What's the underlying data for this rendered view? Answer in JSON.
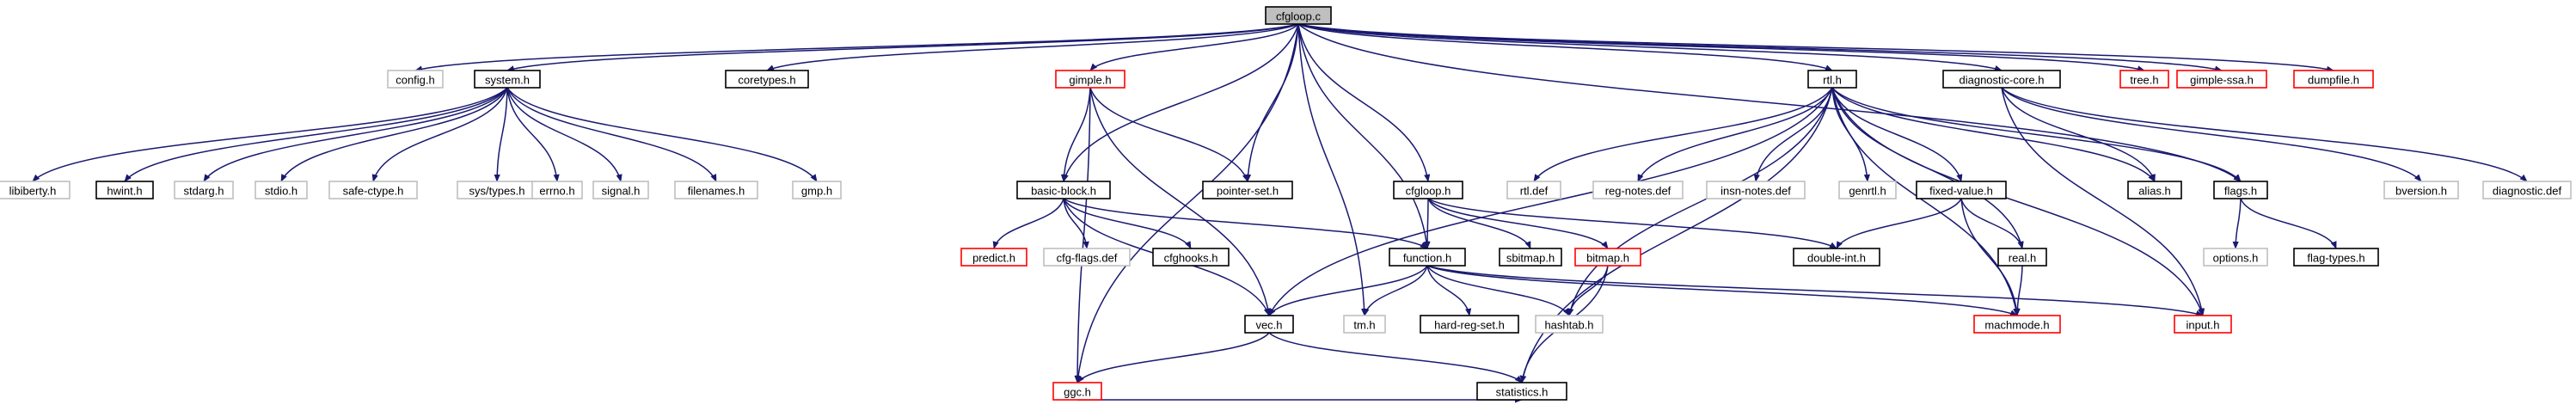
{
  "colors": {
    "edge": "#191970",
    "normal": "#000000",
    "missing": "#bfbfbf",
    "incomplete": "#ff0000",
    "root_fill": "#bfbfbf",
    "label": "#000000"
  },
  "nodes": [
    {
      "id": "cfgloop_c",
      "label": "cfgloop.c",
      "kind": "root"
    },
    {
      "id": "config_h",
      "label": "config.h",
      "kind": "missing"
    },
    {
      "id": "system_h",
      "label": "system.h",
      "kind": "normal"
    },
    {
      "id": "coretypes_h",
      "label": "coretypes.h",
      "kind": "normal"
    },
    {
      "id": "gimple_h",
      "label": "gimple.h",
      "kind": "incomplete"
    },
    {
      "id": "rtl_h",
      "label": "rtl.h",
      "kind": "normal"
    },
    {
      "id": "diagnostic_core_h",
      "label": "diagnostic-core.h",
      "kind": "normal"
    },
    {
      "id": "tree_h",
      "label": "tree.h",
      "kind": "incomplete"
    },
    {
      "id": "gimple_ssa_h",
      "label": "gimple-ssa.h",
      "kind": "incomplete"
    },
    {
      "id": "dumpfile_h",
      "label": "dumpfile.h",
      "kind": "incomplete"
    },
    {
      "id": "libiberty_h",
      "label": "libiberty.h",
      "kind": "missing"
    },
    {
      "id": "hwint_h",
      "label": "hwint.h",
      "kind": "normal"
    },
    {
      "id": "stdarg_h",
      "label": "stdarg.h",
      "kind": "missing"
    },
    {
      "id": "stdio_h",
      "label": "stdio.h",
      "kind": "missing"
    },
    {
      "id": "safe_ctype_h",
      "label": "safe-ctype.h",
      "kind": "missing"
    },
    {
      "id": "sys_types_h",
      "label": "sys/types.h",
      "kind": "missing"
    },
    {
      "id": "errno_h",
      "label": "errno.h",
      "kind": "missing"
    },
    {
      "id": "signal_h",
      "label": "signal.h",
      "kind": "missing"
    },
    {
      "id": "filenames_h",
      "label": "filenames.h",
      "kind": "missing"
    },
    {
      "id": "gmp_h",
      "label": "gmp.h",
      "kind": "missing"
    },
    {
      "id": "basic_block_h",
      "label": "basic-block.h",
      "kind": "normal"
    },
    {
      "id": "pointer_set_h",
      "label": "pointer-set.h",
      "kind": "normal"
    },
    {
      "id": "cfgloop_h",
      "label": "cfgloop.h",
      "kind": "normal"
    },
    {
      "id": "rtl_def",
      "label": "rtl.def",
      "kind": "missing"
    },
    {
      "id": "reg_notes_def",
      "label": "reg-notes.def",
      "kind": "missing"
    },
    {
      "id": "insn_notes_def",
      "label": "insn-notes.def",
      "kind": "missing"
    },
    {
      "id": "genrtl_h",
      "label": "genrtl.h",
      "kind": "missing"
    },
    {
      "id": "fixed_value_h",
      "label": "fixed-value.h",
      "kind": "normal"
    },
    {
      "id": "alias_h",
      "label": "alias.h",
      "kind": "normal"
    },
    {
      "id": "flags_h",
      "label": "flags.h",
      "kind": "normal"
    },
    {
      "id": "bversion_h",
      "label": "bversion.h",
      "kind": "missing"
    },
    {
      "id": "diagnostic_def",
      "label": "diagnostic.def",
      "kind": "missing"
    },
    {
      "id": "predict_h",
      "label": "predict.h",
      "kind": "incomplete"
    },
    {
      "id": "cfg_flags_def",
      "label": "cfg-flags.def",
      "kind": "missing"
    },
    {
      "id": "cfghooks_h",
      "label": "cfghooks.h",
      "kind": "normal"
    },
    {
      "id": "function_h",
      "label": "function.h",
      "kind": "normal"
    },
    {
      "id": "sbitmap_h",
      "label": "sbitmap.h",
      "kind": "normal"
    },
    {
      "id": "bitmap_h",
      "label": "bitmap.h",
      "kind": "incomplete"
    },
    {
      "id": "double_int_h",
      "label": "double-int.h",
      "kind": "normal"
    },
    {
      "id": "real_h",
      "label": "real.h",
      "kind": "normal"
    },
    {
      "id": "options_h",
      "label": "options.h",
      "kind": "missing"
    },
    {
      "id": "flag_types_h",
      "label": "flag-types.h",
      "kind": "normal"
    },
    {
      "id": "vec_h",
      "label": "vec.h",
      "kind": "normal"
    },
    {
      "id": "tm_h",
      "label": "tm.h",
      "kind": "missing"
    },
    {
      "id": "hard_reg_set_h",
      "label": "hard-reg-set.h",
      "kind": "normal"
    },
    {
      "id": "hashtab_h",
      "label": "hashtab.h",
      "kind": "missing"
    },
    {
      "id": "machmode_h",
      "label": "machmode.h",
      "kind": "incomplete"
    },
    {
      "id": "input_h",
      "label": "input.h",
      "kind": "incomplete"
    },
    {
      "id": "ggc_h",
      "label": "ggc.h",
      "kind": "incomplete"
    },
    {
      "id": "statistics_h",
      "label": "statistics.h",
      "kind": "normal"
    }
  ],
  "edges": [
    [
      "cfgloop_c",
      "config_h"
    ],
    [
      "cfgloop_c",
      "system_h"
    ],
    [
      "cfgloop_c",
      "coretypes_h"
    ],
    [
      "cfgloop_c",
      "gimple_h"
    ],
    [
      "cfgloop_c",
      "rtl_h"
    ],
    [
      "cfgloop_c",
      "diagnostic_core_h"
    ],
    [
      "cfgloop_c",
      "tree_h"
    ],
    [
      "cfgloop_c",
      "gimple_ssa_h"
    ],
    [
      "cfgloop_c",
      "dumpfile_h"
    ],
    [
      "cfgloop_c",
      "basic_block_h"
    ],
    [
      "cfgloop_c",
      "pointer_set_h"
    ],
    [
      "cfgloop_c",
      "cfgloop_h"
    ],
    [
      "cfgloop_c",
      "function_h"
    ],
    [
      "cfgloop_c",
      "tm_h"
    ],
    [
      "cfgloop_c",
      "ggc_h"
    ],
    [
      "cfgloop_c",
      "flags_h"
    ],
    [
      "system_h",
      "libiberty_h"
    ],
    [
      "system_h",
      "hwint_h"
    ],
    [
      "system_h",
      "stdarg_h"
    ],
    [
      "system_h",
      "stdio_h"
    ],
    [
      "system_h",
      "safe_ctype_h"
    ],
    [
      "system_h",
      "sys_types_h"
    ],
    [
      "system_h",
      "errno_h"
    ],
    [
      "system_h",
      "signal_h"
    ],
    [
      "system_h",
      "filenames_h"
    ],
    [
      "system_h",
      "gmp_h"
    ],
    [
      "gimple_h",
      "basic_block_h"
    ],
    [
      "gimple_h",
      "pointer_set_h"
    ],
    [
      "gimple_h",
      "vec_h"
    ],
    [
      "gimple_h",
      "ggc_h"
    ],
    [
      "basic_block_h",
      "predict_h"
    ],
    [
      "basic_block_h",
      "cfg_flags_def"
    ],
    [
      "basic_block_h",
      "cfghooks_h"
    ],
    [
      "basic_block_h",
      "function_h"
    ],
    [
      "basic_block_h",
      "vec_h"
    ],
    [
      "cfgloop_h",
      "function_h"
    ],
    [
      "cfgloop_h",
      "sbitmap_h"
    ],
    [
      "cfgloop_h",
      "bitmap_h"
    ],
    [
      "cfgloop_h",
      "double_int_h"
    ],
    [
      "rtl_h",
      "rtl_def"
    ],
    [
      "rtl_h",
      "reg_notes_def"
    ],
    [
      "rtl_h",
      "insn_notes_def"
    ],
    [
      "rtl_h",
      "genrtl_h"
    ],
    [
      "rtl_h",
      "fixed_value_h"
    ],
    [
      "rtl_h",
      "alias_h"
    ],
    [
      "rtl_h",
      "flags_h"
    ],
    [
      "rtl_h",
      "real_h"
    ],
    [
      "rtl_h",
      "machmode_h"
    ],
    [
      "rtl_h",
      "input_h"
    ],
    [
      "rtl_h",
      "hashtab_h"
    ],
    [
      "rtl_h",
      "statistics_h"
    ],
    [
      "rtl_h",
      "vec_h"
    ],
    [
      "fixed_value_h",
      "double_int_h"
    ],
    [
      "fixed_value_h",
      "machmode_h"
    ],
    [
      "fixed_value_h",
      "real_h"
    ],
    [
      "real_h",
      "machmode_h"
    ],
    [
      "diagnostic_core_h",
      "bversion_h"
    ],
    [
      "diagnostic_core_h",
      "diagnostic_def"
    ],
    [
      "diagnostic_core_h",
      "input_h"
    ],
    [
      "diagnostic_core_h",
      "alias_h"
    ],
    [
      "flags_h",
      "options_h"
    ],
    [
      "flags_h",
      "flag_types_h"
    ],
    [
      "function_h",
      "vec_h"
    ],
    [
      "function_h",
      "tm_h"
    ],
    [
      "function_h",
      "hard_reg_set_h"
    ],
    [
      "function_h",
      "hashtab_h"
    ],
    [
      "function_h",
      "input_h"
    ],
    [
      "function_h",
      "machmode_h"
    ],
    [
      "bitmap_h",
      "hashtab_h"
    ],
    [
      "bitmap_h",
      "statistics_h"
    ],
    [
      "vec_h",
      "ggc_h"
    ],
    [
      "vec_h",
      "statistics_h"
    ],
    [
      "ggc_h",
      "statistics_h"
    ]
  ]
}
